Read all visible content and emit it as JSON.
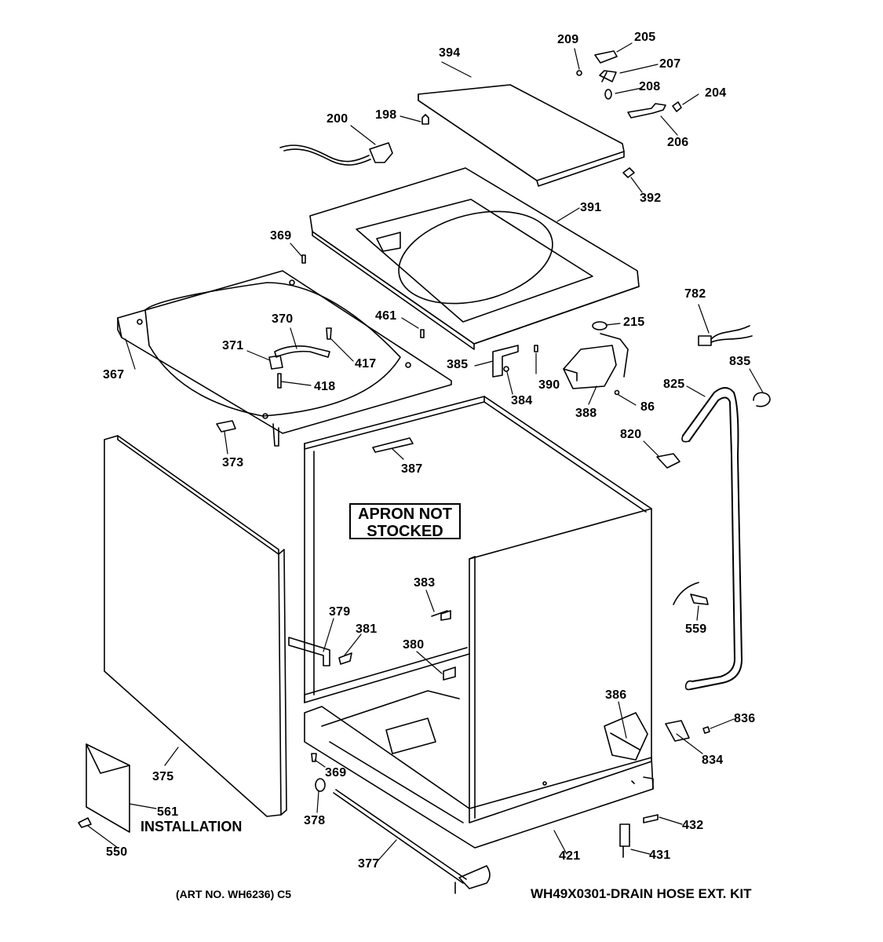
{
  "callout": {
    "line1": "APRON NOT",
    "line2": "STOCKED"
  },
  "installation_label": "INSTALLATION",
  "footer": {
    "art_no": "(ART NO. WH6236) C5",
    "kit": "WH49X0301-DRAIN HOSE EXT. KIT"
  },
  "parts": {
    "p394": "394",
    "p209": "209",
    "p205": "205",
    "p207": "207",
    "p208": "208",
    "p204": "204",
    "p206": "206",
    "p198": "198",
    "p200": "200",
    "p392": "392",
    "p391": "391",
    "p369a": "369",
    "p782": "782",
    "p215": "215",
    "p370": "370",
    "p461": "461",
    "p371": "371",
    "p417": "417",
    "p835": "835",
    "p825": "825",
    "p367": "367",
    "p385": "385",
    "p390": "390",
    "p418": "418",
    "p384": "384",
    "p86": "86",
    "p388": "388",
    "p820": "820",
    "p373": "373",
    "p387": "387",
    "p383": "383",
    "p379": "379",
    "p381": "381",
    "p559": "559",
    "p380": "380",
    "p386": "386",
    "p836": "836",
    "p834": "834",
    "p375": "375",
    "p369b": "369",
    "p561": "561",
    "p378": "378",
    "p432": "432",
    "p550": "550",
    "p431": "431",
    "p377": "377",
    "p421": "421"
  }
}
